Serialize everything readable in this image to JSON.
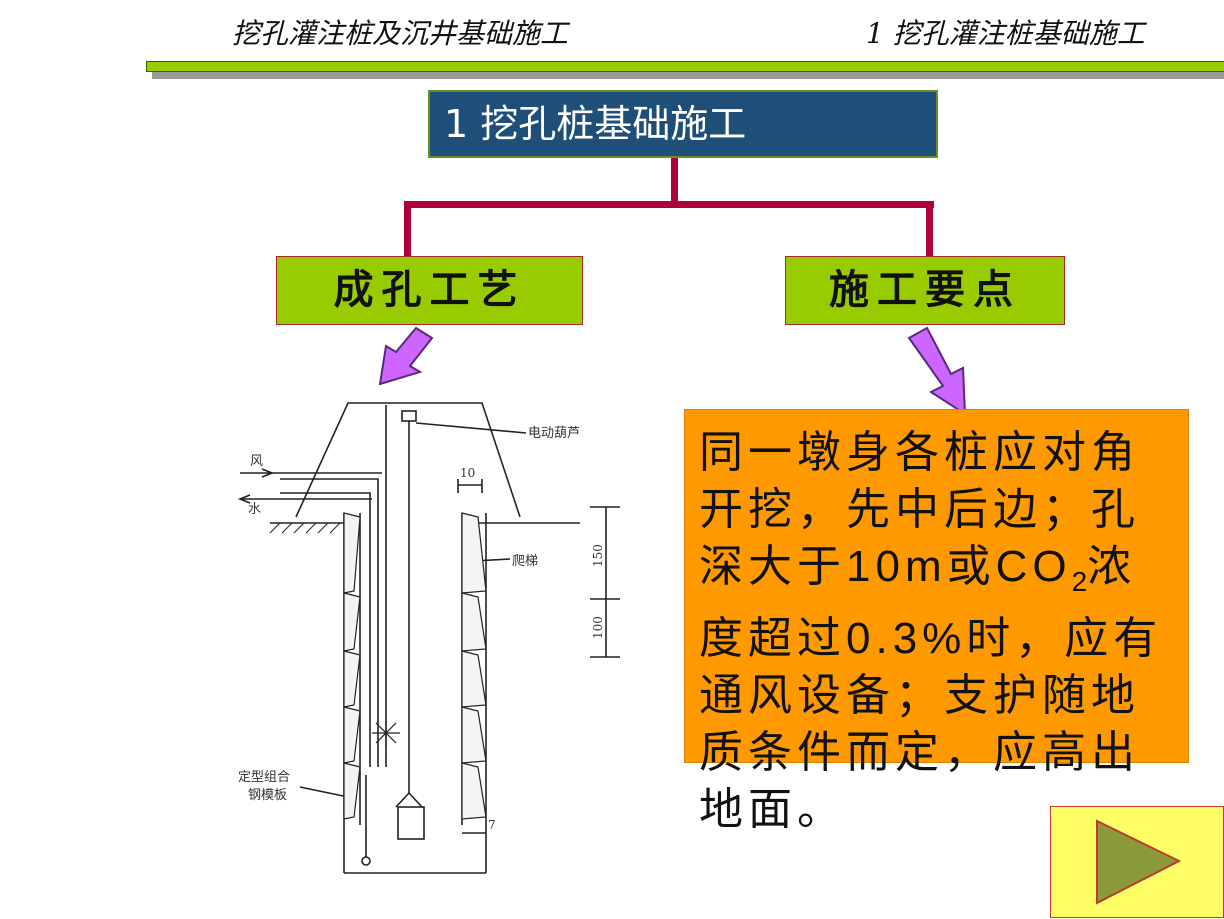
{
  "header": {
    "left_title": "挖孔灌注桩及沉井基础施工",
    "right_title": "1 挖孔灌注桩基础施工"
  },
  "main": {
    "title": "1  挖孔桩基础施工",
    "branch_left": "成孔工艺",
    "branch_right": "施工要点",
    "points": {
      "part1": "同一墩身各桩应对角开挖，先中后边；孔深大于10m或CO",
      "subscript": "2",
      "part2": "浓度超过0.3%时，应有通风设备；支护随地质条件而定，应高出地面。"
    }
  },
  "figure": {
    "label_hoist": "电动葫芦",
    "label_wind": "风",
    "label_water": "水",
    "label_ladder": "爬梯",
    "label_formwork_1": "定型组合",
    "label_formwork_2": "钢模板",
    "dim_10": "10",
    "dim_150": "150",
    "dim_100": "100",
    "dim_7": "7"
  },
  "colors": {
    "title_bg": "#1f4e79",
    "branch_bg": "#99cc00",
    "connector": "#b0003a",
    "points_bg": "#ff9900",
    "arrow_fill": "#cc66ff",
    "nav_bg": "#ffff66",
    "nav_triangle": "#8a9a3a"
  },
  "nav": {
    "icon": "play-triangle-icon"
  }
}
